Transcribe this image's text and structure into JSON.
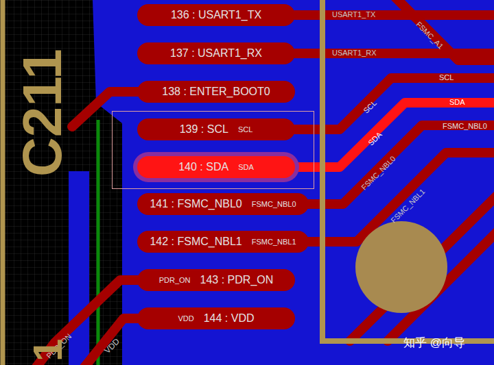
{
  "diagram": {
    "nodes": [
      {
        "text": [
          "136 : USART1_TX"
        ]
      },
      {
        "text": [
          "137 : USART1_RX"
        ]
      },
      {
        "text": [
          "138 : ENTER_BOOT0"
        ]
      },
      {
        "text": [
          "139 : SCL",
          "SCL"
        ]
      },
      {
        "text": [
          "140 : SDA",
          "SDA"
        ]
      },
      {
        "text": [
          "141 : FSMC_NBL0",
          "FSMC_NBL0"
        ]
      },
      {
        "text": [
          "142 : FSMC_NBL1",
          "FSMC_NBL1"
        ]
      },
      {
        "text": [
          "PDR_ON",
          "143 : PDR_ON"
        ]
      },
      {
        "text": [
          "VDD",
          "144 : VDD"
        ]
      }
    ],
    "labels": [
      "USART1_TX",
      "USART1_RX",
      "FSMC_A1",
      "SCL",
      "SCL",
      "SDA",
      "SDA",
      "FSMC_NBL0",
      "FSMC_NBL0",
      "FSMC_NBL1",
      "PDR_ON",
      "VDD",
      "C211",
      "1",
      "知乎 @向导"
    ]
  }
}
